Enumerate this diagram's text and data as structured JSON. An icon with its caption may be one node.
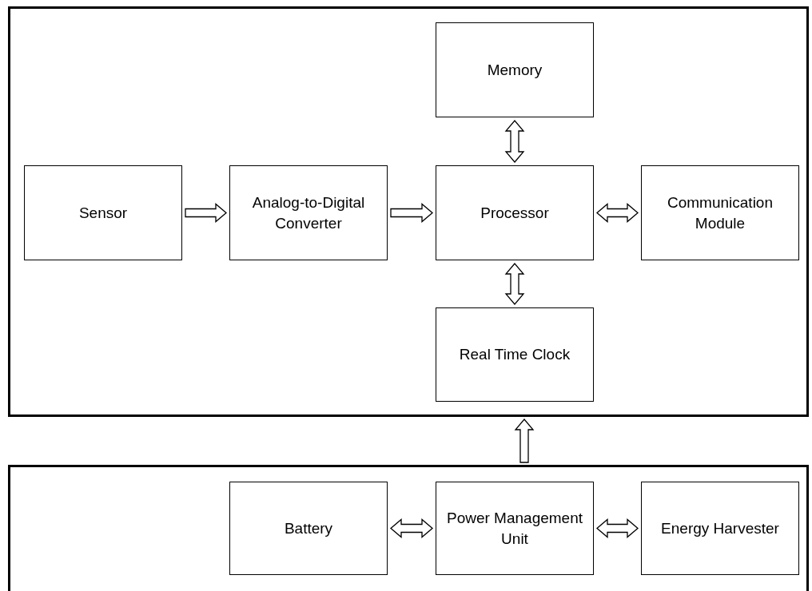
{
  "diagram": {
    "nodes": [
      {
        "text": [],
        "shape": "box"
      },
      {
        "text": [
          "Memory"
        ],
        "in": 0
      },
      {
        "text": [
          "Sensor"
        ],
        "in": 0
      },
      {
        "text": [
          "Analog-to-Digital Converter"
        ],
        "in": 0
      },
      {
        "text": [
          "Processor"
        ],
        "in": 0
      },
      {
        "text": [
          "Communication Module"
        ],
        "in": 0
      },
      {
        "text": [
          "Real Time Clock"
        ],
        "in": 0
      },
      {
        "text": [],
        "shape": "box"
      },
      {
        "text": [
          "Battery"
        ],
        "in": 7
      },
      {
        "text": [
          "Power Management Unit"
        ],
        "in": 7
      },
      {
        "text": [
          "Energy Harvester"
        ],
        "in": 7
      }
    ],
    "edges": [
      {
        "from": 2,
        "to": 3,
        "arrow": "to"
      },
      {
        "from": 3,
        "to": 4,
        "arrow": "to"
      },
      {
        "from": 4,
        "to": 1,
        "arrow": "both"
      },
      {
        "from": 4,
        "to": 5,
        "arrow": "both"
      },
      {
        "from": 4,
        "to": 6,
        "arrow": "both"
      },
      {
        "from": 7,
        "to": 0,
        "arrow": "to"
      },
      {
        "from": 9,
        "to": 8,
        "arrow": "both"
      },
      {
        "from": 9,
        "to": 10,
        "arrow": "both"
      }
    ]
  }
}
